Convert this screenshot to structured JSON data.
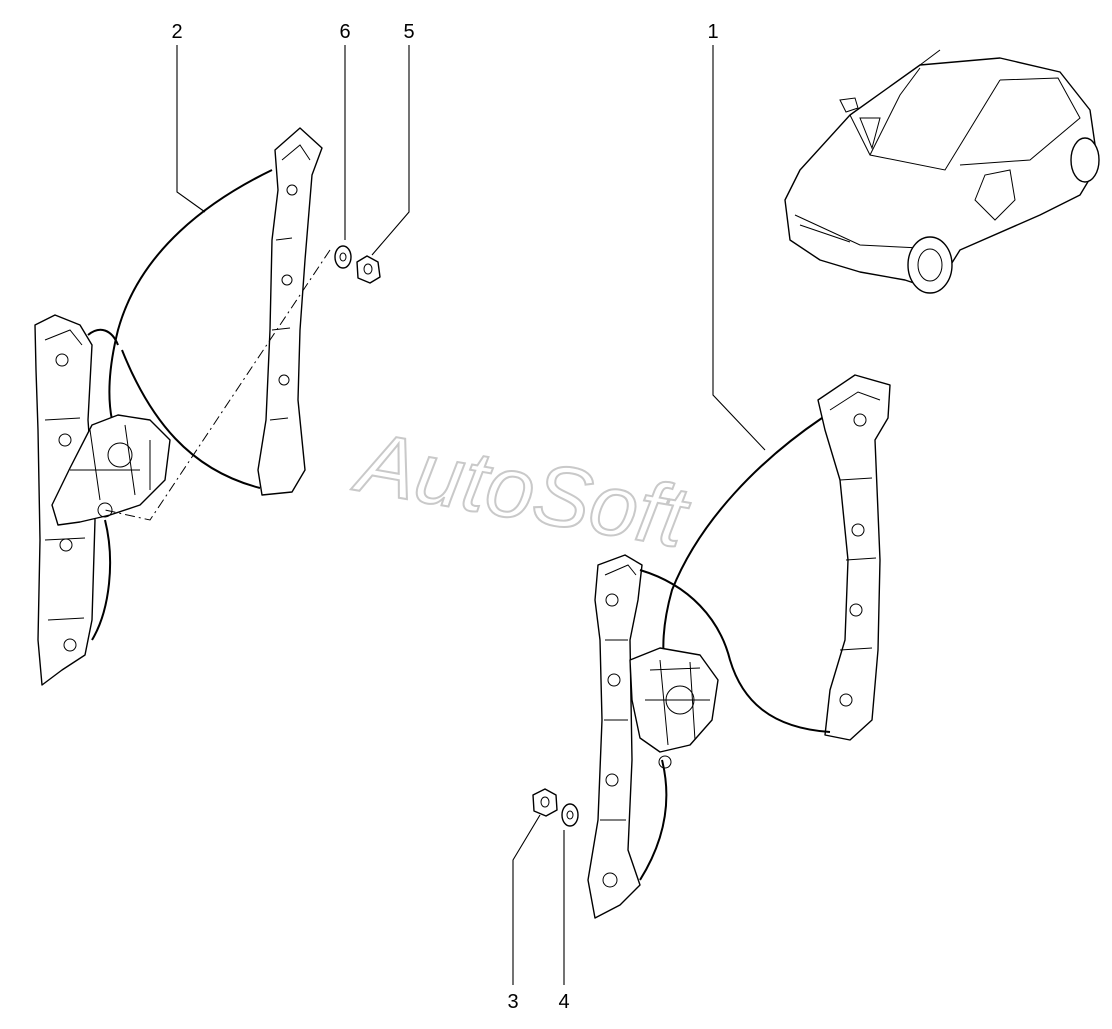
{
  "diagram": {
    "watermark": "AutoSoft",
    "callouts": [
      {
        "id": "1",
        "label": "1"
      },
      {
        "id": "2",
        "label": "2"
      },
      {
        "id": "3",
        "label": "3"
      },
      {
        "id": "4",
        "label": "4"
      },
      {
        "id": "5",
        "label": "5"
      },
      {
        "id": "6",
        "label": "6"
      }
    ],
    "icons": [
      "left-window-regulator-icon",
      "right-window-regulator-icon",
      "car-location-icon",
      "nut-icon",
      "washer-icon"
    ],
    "colors": {
      "line": "#000000",
      "background": "#ffffff",
      "watermark": "#c9c9c9"
    }
  }
}
